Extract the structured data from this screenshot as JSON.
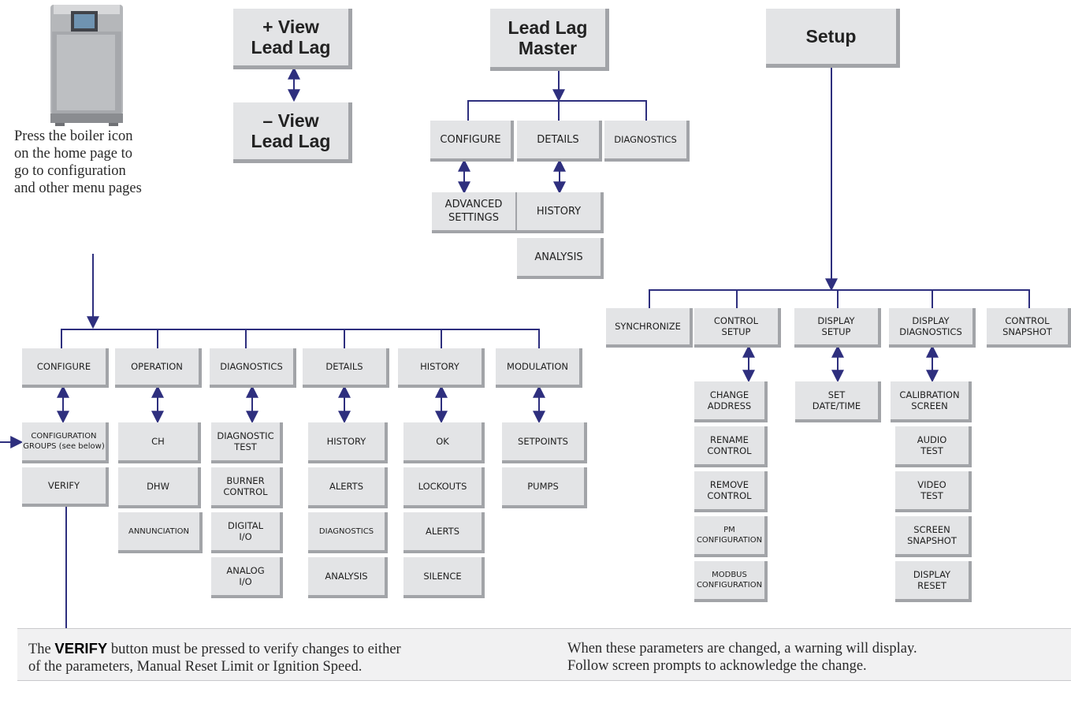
{
  "caption": "Press the boiler icon\non the home page to\ngo to configuration\nand other menu pages",
  "view_lead_lag": {
    "plus": "+ View\nLead Lag",
    "minus": "– View\nLead Lag"
  },
  "lead_lag_master": {
    "title": "Lead Lag\nMaster",
    "configure": "CONFIGURE",
    "details": "DETAILS",
    "diagnostics": "DIAGNOSTICS",
    "advanced_settings": "ADVANCED\nSETTINGS",
    "history": "HISTORY",
    "analysis": "ANALYSIS"
  },
  "setup": {
    "title": "Setup",
    "synchronize": "SYNCHRONIZE",
    "control_setup": "CONTROL\nSETUP",
    "display_setup": "DISPLAY\nSETUP",
    "display_diagnostics": "DISPLAY\nDIAGNOSTICS",
    "control_snapshot": "CONTROL\nSNAPSHOT",
    "control_setup_items": [
      "CHANGE\nADDRESS",
      "RENAME\nCONTROL",
      "REMOVE\nCONTROL",
      "PM\nCONFIGURATION",
      "MODBUS\nCONFIGURATION"
    ],
    "display_setup_items": [
      "SET\nDATE/TIME"
    ],
    "display_diagnostics_items": [
      "CALIBRATION\nSCREEN",
      "AUDIO\nTEST",
      "VIDEO\nTEST",
      "SCREEN\nSNAPSHOT",
      "DISPLAY\nRESET"
    ]
  },
  "boiler_menu": {
    "headers": [
      "CONFIGURE",
      "OPERATION",
      "DIAGNOSTICS",
      "DETAILS",
      "HISTORY",
      "MODULATION"
    ],
    "configure_items": [
      "CONFIGURATION\nGROUPS (see below)",
      "VERIFY"
    ],
    "operation_items": [
      "CH",
      "DHW",
      "ANNUNCIATION"
    ],
    "diagnostics_items": [
      "DIAGNOSTIC\nTEST",
      "BURNER\nCONTROL",
      "DIGITAL\nI/O",
      "ANALOG\nI/O"
    ],
    "details_items": [
      "HISTORY",
      "ALERTS",
      "DIAGNOSTICS",
      "ANALYSIS"
    ],
    "history_items": [
      "OK",
      "LOCKOUTS",
      "ALERTS",
      "SILENCE"
    ],
    "modulation_items": [
      "SETPOINTS",
      "PUMPS"
    ]
  },
  "note": {
    "left_prefix": "The ",
    "left_bold": "VERIFY",
    "left_rest": " button must be pressed to verify changes to either\nof the parameters, Manual Reset Limit or Ignition Speed.",
    "right": "When these parameters are changed, a warning will display.\nFollow screen prompts to acknowledge the change."
  },
  "colors": {
    "line": "#2e2f7e",
    "box_fill": "#e3e4e6",
    "box_shadow": "#a2a4a8",
    "note_fill": "#f1f1f2"
  }
}
